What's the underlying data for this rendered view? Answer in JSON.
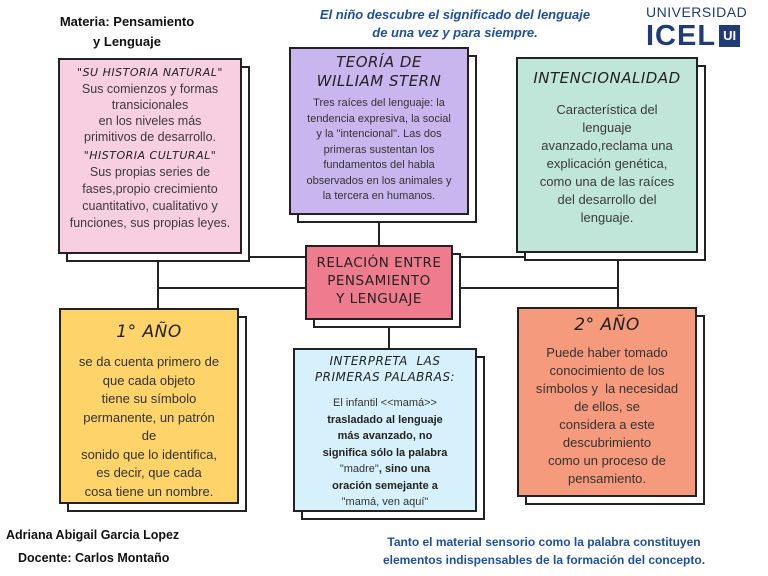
{
  "header": {
    "subject_line1": "Materia: Pensamiento",
    "subject_line2": "y Lenguaje",
    "quote_line1": "El niño descubre el significado del lenguaje",
    "quote_line2": "de una vez y para siempre.",
    "logo_top": "UNIVERSIDAD",
    "logo_main": "ICEL",
    "logo_badge": "UI"
  },
  "boxes": {
    "history": {
      "heading1": "\"SU HISTORIA NATURAL\"",
      "text1": [
        "Sus comienzos y formas",
        "transicionales",
        "en los niveles más",
        "primitivos de desarrollo."
      ],
      "heading2": "\"HISTORIA CULTURAL\"",
      "text2": [
        "Sus propias series de",
        "fases,propio crecimiento",
        "cuantitativo, cualitativo y",
        "funciones, sus propias leyes."
      ]
    },
    "stern": {
      "title1": "TEORÍA DE",
      "title2": "WILLIAM STERN",
      "text": [
        "Tres raíces del lenguaje: la",
        "tendencia expresiva, la social",
        "y la \"intencional\". Las dos",
        "primeras sustentan los",
        "fundamentos del habla",
        "observados en los animales y",
        "la tercera en humanos."
      ]
    },
    "intent": {
      "title": "INTENCIONALIDAD",
      "text": [
        "Característica del",
        "lenguaje",
        "avanzado,reclama una",
        "explicación genética,",
        "como una de las raíces",
        "del desarrollo del",
        "lenguaje."
      ]
    },
    "center": {
      "line1": "RELACIÓN ENTRE",
      "line2": "PENSAMIENTO",
      "line3": "Y LENGUAJE"
    },
    "year1": {
      "title": "1° AÑO",
      "text": [
        "se da cuenta primero de",
        "que cada objeto",
        "tiene su símbolo",
        "permanente, un patrón",
        "de",
        "sonido que lo identifica,",
        "es decir, que cada",
        "cosa tiene un nombre."
      ]
    },
    "interpret": {
      "title1": "INTERPRETA  LAS",
      "title2": "PRIMERAS PALABRAS:",
      "p1": "El infantil <<mamá>>",
      "p2": "trasladado al lenguaje",
      "p3": "más avanzado",
      "p3b": ", no",
      "p4": "significa sólo la palabra",
      "p5": "\"madre\"",
      "p5b": ", sino una",
      "p6": "oración semejante a",
      "p7": "\"mamá, ven aquí\""
    },
    "year2": {
      "title": "2° AÑO",
      "text": [
        "Puede haber tomado",
        "conocimiento de los",
        "símbolos y  la necesidad",
        "de ellos, se",
        "considera a este",
        "descubrimiento",
        "como un proceso de",
        "pensamiento."
      ]
    }
  },
  "footer": {
    "author": "Adriana Abigail Garcia Lopez",
    "teacher": "Docente: Carlos Montaño",
    "note_line1": "Tanto el material sensorio como la palabra constituyen",
    "note_line2": "elementos indispensables de la formación del concepto."
  },
  "colors": {
    "pink": "#f7cfe0",
    "lavender": "#c9b6ef",
    "mint": "#bfe6d8",
    "rose": "#ef7c8e",
    "yellow": "#fdd36a",
    "lightblue": "#d6f1fb",
    "salmon": "#f59a7c",
    "blue_text": "#1f4fa0"
  }
}
